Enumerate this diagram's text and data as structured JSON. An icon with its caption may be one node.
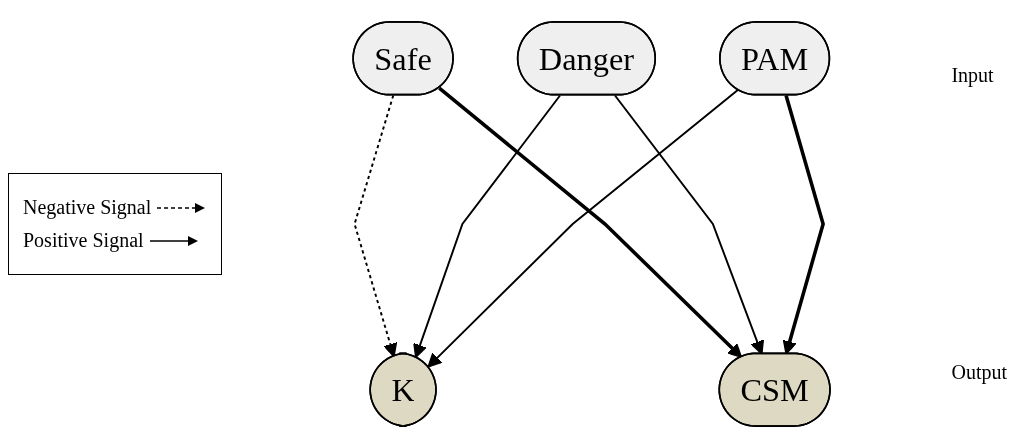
{
  "diagram": {
    "nodes": [
      {
        "text": [
          "Safe"
        ]
      },
      {
        "text": [
          "Danger"
        ]
      },
      {
        "text": [
          "PAM"
        ]
      },
      {
        "text": [
          "K"
        ]
      },
      {
        "text": [
          "CSM"
        ]
      }
    ],
    "edges": [
      {
        "from": 0,
        "to": 3,
        "arrow": "to",
        "style": "dashed"
      },
      {
        "from": 0,
        "to": 4,
        "arrow": "to",
        "style": "thick"
      },
      {
        "from": 1,
        "to": 3,
        "arrow": "to"
      },
      {
        "from": 1,
        "to": 4,
        "arrow": "to"
      },
      {
        "from": 2,
        "to": 3,
        "arrow": "to"
      },
      {
        "from": 2,
        "to": 4,
        "arrow": "to",
        "style": "thick"
      }
    ],
    "labels": [
      "Input",
      "Output"
    ],
    "legend": [
      {
        "text": "Negative Signal"
      },
      {
        "text": "Positive Signal"
      }
    ]
  }
}
